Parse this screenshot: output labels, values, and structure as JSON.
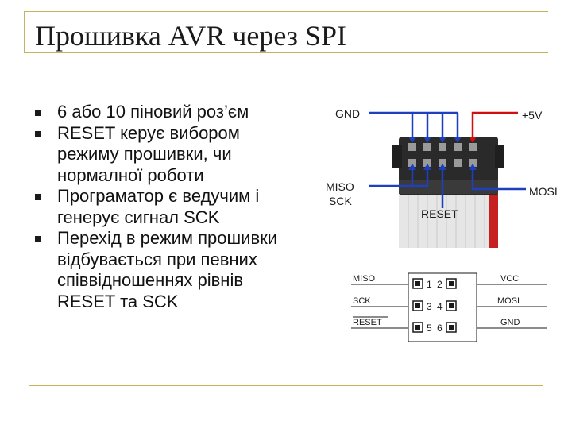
{
  "slide": {
    "title": "Прошивка AVR через SPI",
    "bullets": [
      "6 або 10 піновий роз’єм",
      "RESET керує вибором режиму прошивки, чи нормалної роботи",
      "Програматор є ведучим і генерує сигнал SCK",
      "Перехід в режим прошивки відбувається при певних співвідношеннях рівнів RESET та SCK"
    ]
  },
  "connector_photo": {
    "labels": {
      "gnd": "GND",
      "vcc": "+5V",
      "miso": "MISO",
      "sck": "SCK",
      "mosi": "MOSI",
      "reset": "RESET"
    },
    "wire_colors": {
      "gnd": "#1f3fbf",
      "vcc": "#d01010"
    }
  },
  "pinout": {
    "left_labels": [
      "MISO",
      "SCK",
      "RESET"
    ],
    "right_labels": [
      "VCC",
      "MOSI",
      "GND"
    ],
    "pin_numbers": [
      "1",
      "2",
      "3",
      "4",
      "5",
      "6"
    ]
  }
}
